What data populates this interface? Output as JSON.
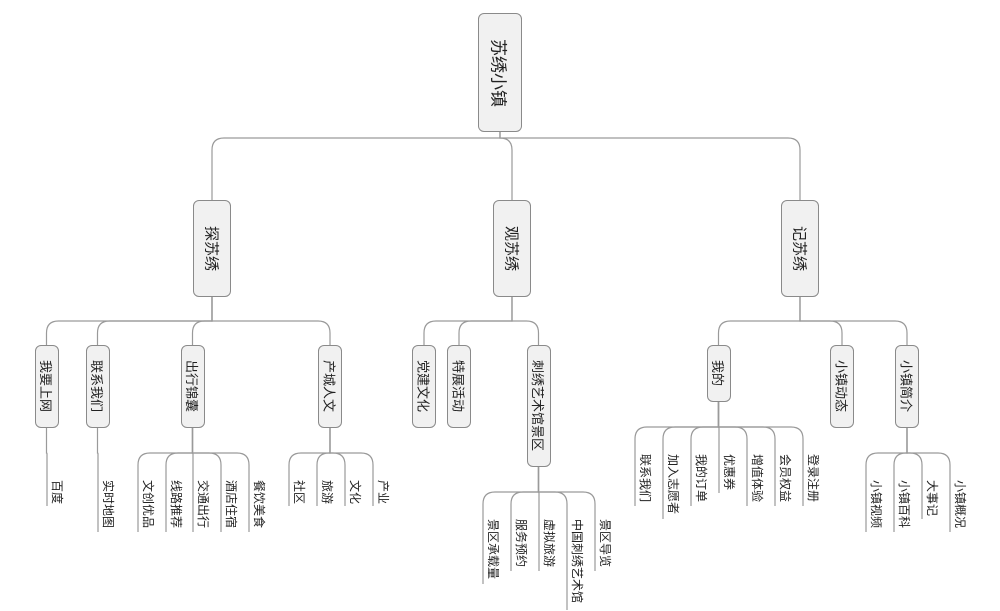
{
  "root": "苏绣小镇",
  "branches": [
    {
      "label": "探苏绣",
      "children": [
        {
          "label": "我要上网",
          "leaves": [
            "百度"
          ]
        },
        {
          "label": "联系我们",
          "leaves": [
            "实时地图"
          ]
        },
        {
          "label": "出行锦囊",
          "leaves": [
            "文创优品",
            "线路推荐",
            "交通出行",
            "酒店住宿",
            "餐饮美食"
          ]
        },
        {
          "label": "产城人文",
          "leaves": [
            "社区",
            "旅游",
            "文化",
            "产业"
          ]
        }
      ]
    },
    {
      "label": "观苏绣",
      "children": [
        {
          "label": "党建文化",
          "leaves": []
        },
        {
          "label": "特展活动",
          "leaves": []
        },
        {
          "label": "刺绣艺术馆景区",
          "leaves": [
            "景区承载量",
            "服务预约",
            "虚拟旅游",
            "中国刺绣艺术馆",
            "景区导览"
          ]
        }
      ]
    },
    {
      "label": "记苏绣",
      "children": [
        {
          "label": "我的",
          "leaves": [
            "联系我们",
            "加入志愿者",
            "我的订单",
            "优惠券",
            "增值体验",
            "会员权益",
            "登录注册"
          ]
        },
        {
          "label": "小镇动态",
          "leaves": []
        },
        {
          "label": "小镇简介",
          "leaves": [
            "小镇视频",
            "小镇百科",
            "大事记",
            "小镇概况"
          ]
        }
      ]
    }
  ],
  "colors": {
    "node_fill": "#f1f1f1",
    "node_border": "#8a8a8a",
    "link": "#9a9a9a"
  }
}
